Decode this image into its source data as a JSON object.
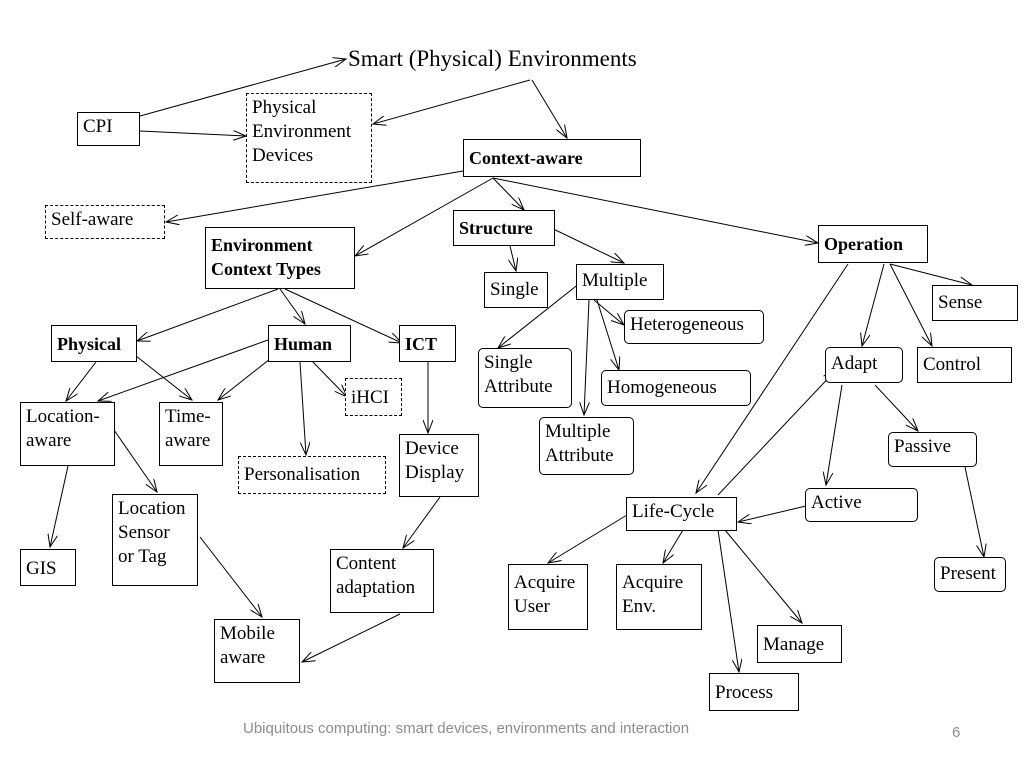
{
  "diagram": {
    "title": "Smart (Physical) Environments",
    "nodes": {
      "cpi": "CPI",
      "physical_env_devices": [
        "Physical",
        "Environment",
        "Devices"
      ],
      "context_aware": "Context-aware",
      "self_aware": "Self-aware",
      "environment_context_types": [
        "Environment",
        "Context Types"
      ],
      "structure": "Structure",
      "operation": "Operation",
      "single": "Single",
      "multiple": "Multiple",
      "heterogeneous": "Heterogeneous",
      "single_attribute": [
        "Single",
        "Attribute"
      ],
      "homogeneous": "Homogeneous",
      "multiple_attribute": [
        "Multiple",
        "Attribute"
      ],
      "sense": "Sense",
      "control": "Control",
      "adapt": "Adapt",
      "passive": "Passive",
      "active": "Active",
      "present": "Present",
      "life_cycle": "Life-Cycle",
      "acquire_user": [
        "Acquire",
        "User"
      ],
      "acquire_env": [
        "Acquire",
        "Env."
      ],
      "manage": "Manage",
      "process": "Process",
      "physical": "Physical",
      "human": "Human",
      "ict": "ICT",
      "ihci": "iHCI",
      "location_aware": [
        "Location-",
        "aware"
      ],
      "time_aware": [
        "Time-",
        "aware"
      ],
      "personalisation": "Personalisation",
      "device_display": [
        "Device",
        "Display"
      ],
      "gis": "GIS",
      "location_sensor": [
        "Location",
        "Sensor",
        "or Tag"
      ],
      "content_adaptation": [
        "Content",
        "adaptation"
      ],
      "mobile_aware": [
        "Mobile",
        "aware"
      ]
    }
  },
  "footer": {
    "caption": "Ubiquitous computing: smart devices, environments and interaction",
    "page_number": "6"
  }
}
